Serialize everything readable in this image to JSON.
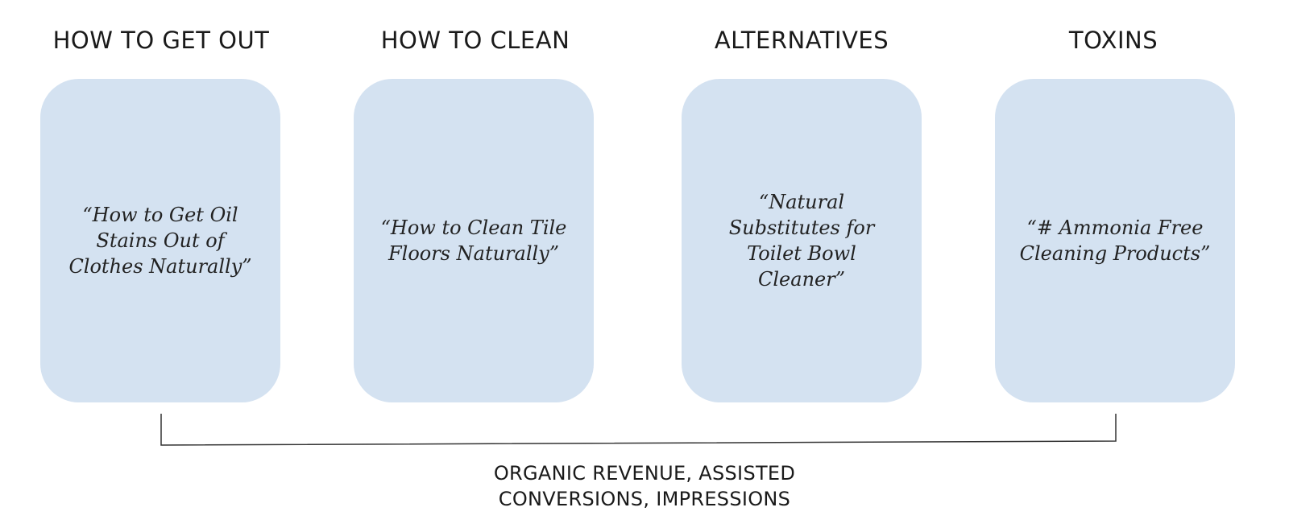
{
  "columns": [
    {
      "header": "HOW TO GET OUT",
      "query": "“How to Get Oil Stains Out of Clothes Naturally”"
    },
    {
      "header": "HOW TO CLEAN",
      "query": "“How to Clean Tile Floors Naturally”"
    },
    {
      "header": "ALTERNATIVES",
      "query": "“Natural Substitutes for Toilet Bowl Cleaner”"
    },
    {
      "header": "TOXINS",
      "query": "“# Ammonia Free Cleaning Products”"
    }
  ],
  "footer": {
    "line1": "ORGANIC REVENUE, ASSISTED",
    "line2": "CONVERSIONS, IMPRESSIONS"
  },
  "colors": {
    "card_fill": "#d4e2f1",
    "text": "#1a1a1a",
    "connector": "#333333"
  }
}
